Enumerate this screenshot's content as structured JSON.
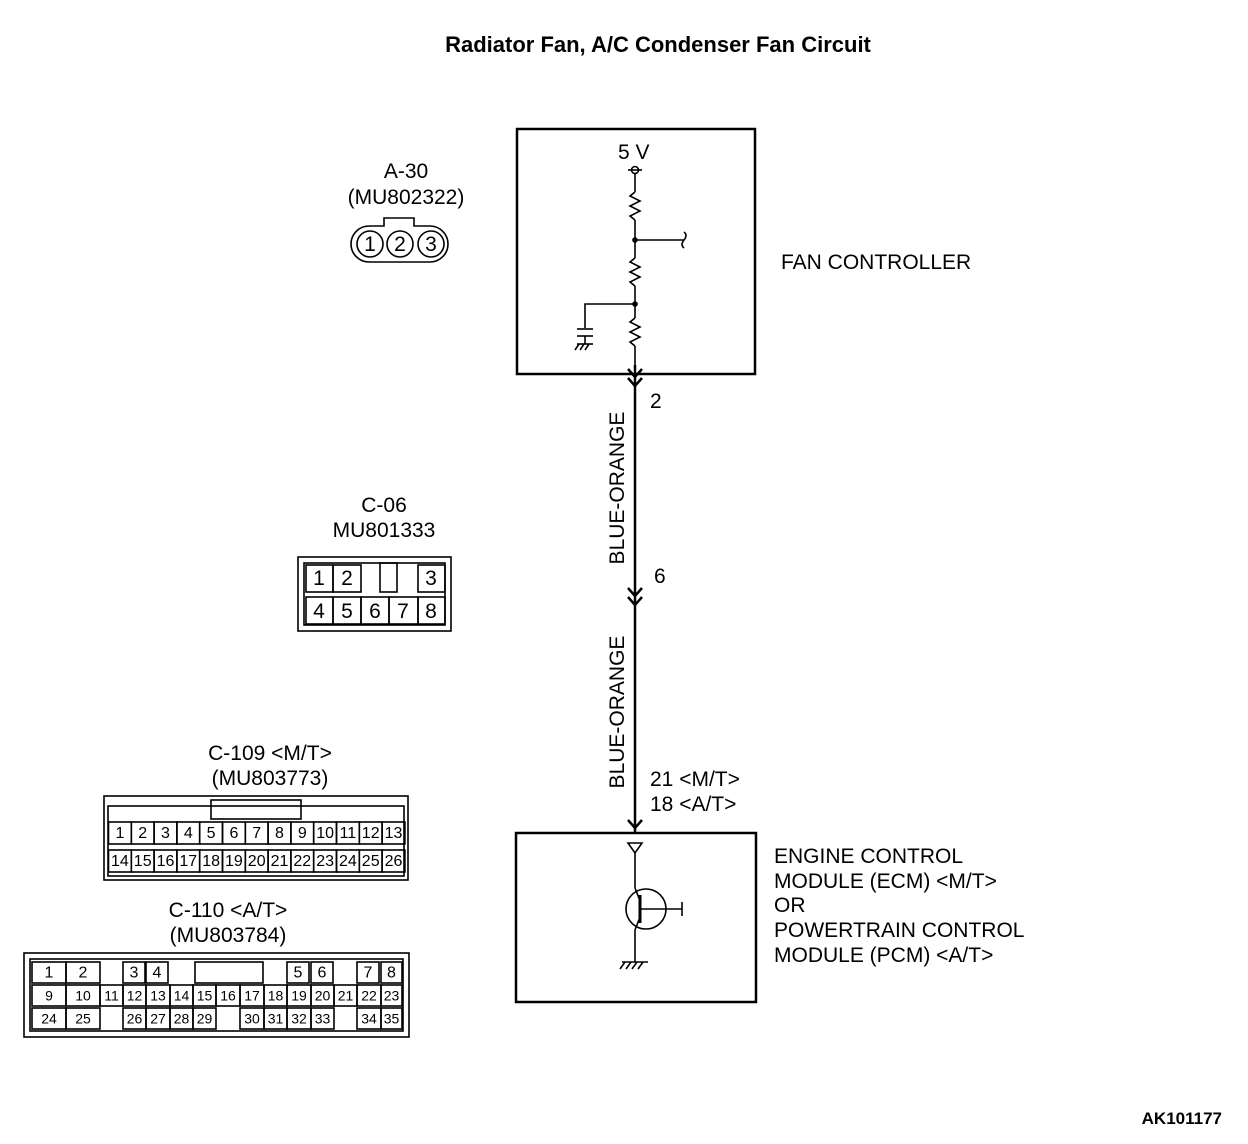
{
  "title": "Radiator Fan, A/C Condenser Fan Circuit",
  "figure_id": "AK101177",
  "fan_controller": {
    "label": "FAN CONTROLLER",
    "supply": "5 V",
    "terminal": "2"
  },
  "ecm": {
    "lines": [
      "ENGINE CONTROL",
      "MODULE (ECM) <M/T>",
      "OR",
      "POWERTRAIN CONTROL",
      "MODULE (PCM) <A/T>"
    ],
    "terminal_mt": "21 <M/T>",
    "terminal_at": "18 <A/T>"
  },
  "wires": {
    "upper": "BLUE-ORANGE",
    "lower": "BLUE-ORANGE",
    "junction_pin": "6"
  },
  "connectors": {
    "a30": {
      "name": "A-30",
      "part": "(MU802322)",
      "pins": [
        "1",
        "2",
        "3"
      ]
    },
    "c06": {
      "name": "C-06",
      "part": "MU801333",
      "row1": [
        "1",
        "2",
        "",
        "3"
      ],
      "row2": [
        "4",
        "5",
        "6",
        "7",
        "8"
      ]
    },
    "c109": {
      "name": "C-109 <M/T>",
      "part": "(MU803773)",
      "row1": [
        "1",
        "2",
        "3",
        "4",
        "5",
        "6",
        "7",
        "8",
        "9",
        "10",
        "11",
        "12",
        "13"
      ],
      "row2": [
        "14",
        "15",
        "16",
        "17",
        "18",
        "19",
        "20",
        "21",
        "22",
        "23",
        "24",
        "25",
        "26"
      ]
    },
    "c110": {
      "name": "C-110 <A/T>",
      "part": "(MU803784)",
      "row1": [
        "1",
        "2",
        "",
        "3",
        "4",
        "",
        "5",
        "6",
        "",
        "7",
        "8"
      ],
      "row2": [
        "9",
        "10",
        "11",
        "12",
        "13",
        "14",
        "15",
        "16",
        "17",
        "18",
        "19",
        "20",
        "21",
        "22",
        "23"
      ],
      "row3": [
        "24",
        "25",
        "",
        "26",
        "27",
        "28",
        "29",
        "",
        "30",
        "31",
        "32",
        "33",
        "",
        "34",
        "35"
      ]
    }
  }
}
